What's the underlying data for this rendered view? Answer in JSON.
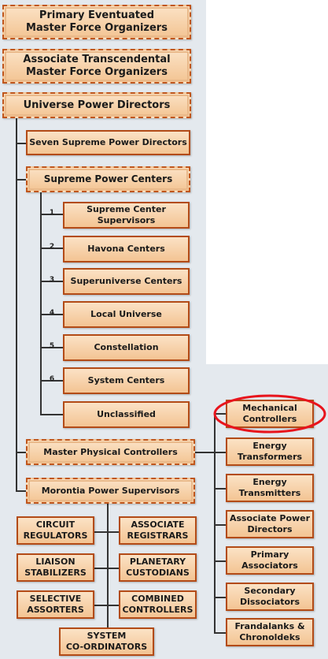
{
  "top_boxes": {
    "primary": "Primary Eventuated\nMaster Force Organizers",
    "associate": "Associate Transcendental\nMaster Force Organizers",
    "universe": "Universe Power Directors"
  },
  "directors": {
    "seven": "Seven Supreme Power Directors",
    "centers": "Supreme Power Centers"
  },
  "centers": [
    {
      "num": "1",
      "label": "Supreme Center\nSupervisors"
    },
    {
      "num": "2",
      "label": "Havona Centers"
    },
    {
      "num": "3",
      "label": "Superuniverse Centers"
    },
    {
      "num": "4",
      "label": "Local Universe"
    },
    {
      "num": "5",
      "label": "Constellation"
    },
    {
      "num": "6",
      "label": "System Centers"
    },
    {
      "num": "",
      "label": "Unclassified"
    }
  ],
  "physical": {
    "master": "Master Physical Controllers",
    "morontia": "Morontia Power Supervisors"
  },
  "controllers": [
    "Mechanical\nControllers",
    "Energy\nTransformers",
    "Energy\nTransmitters",
    "Associate Power\nDirectors",
    "Primary\nAssociators",
    "Secondary\nDissociators",
    "Frandalanks &\nChronoldeks"
  ],
  "morontia_groups": {
    "circuit": "CIRCUIT\nREGULATORS",
    "associate_reg": "ASSOCIATE\nREGISTRARS",
    "liaison": "LIAISON\nSTABILIZERS",
    "planetary": "PLANETARY\nCUSTODIANS",
    "selective": "SELECTIVE\nASSORTERS",
    "combined": "COMBINED\nCONTROLLERS",
    "system": "SYSTEM\nCO-ORDINATORS"
  },
  "highlight_color": "#e8141c"
}
